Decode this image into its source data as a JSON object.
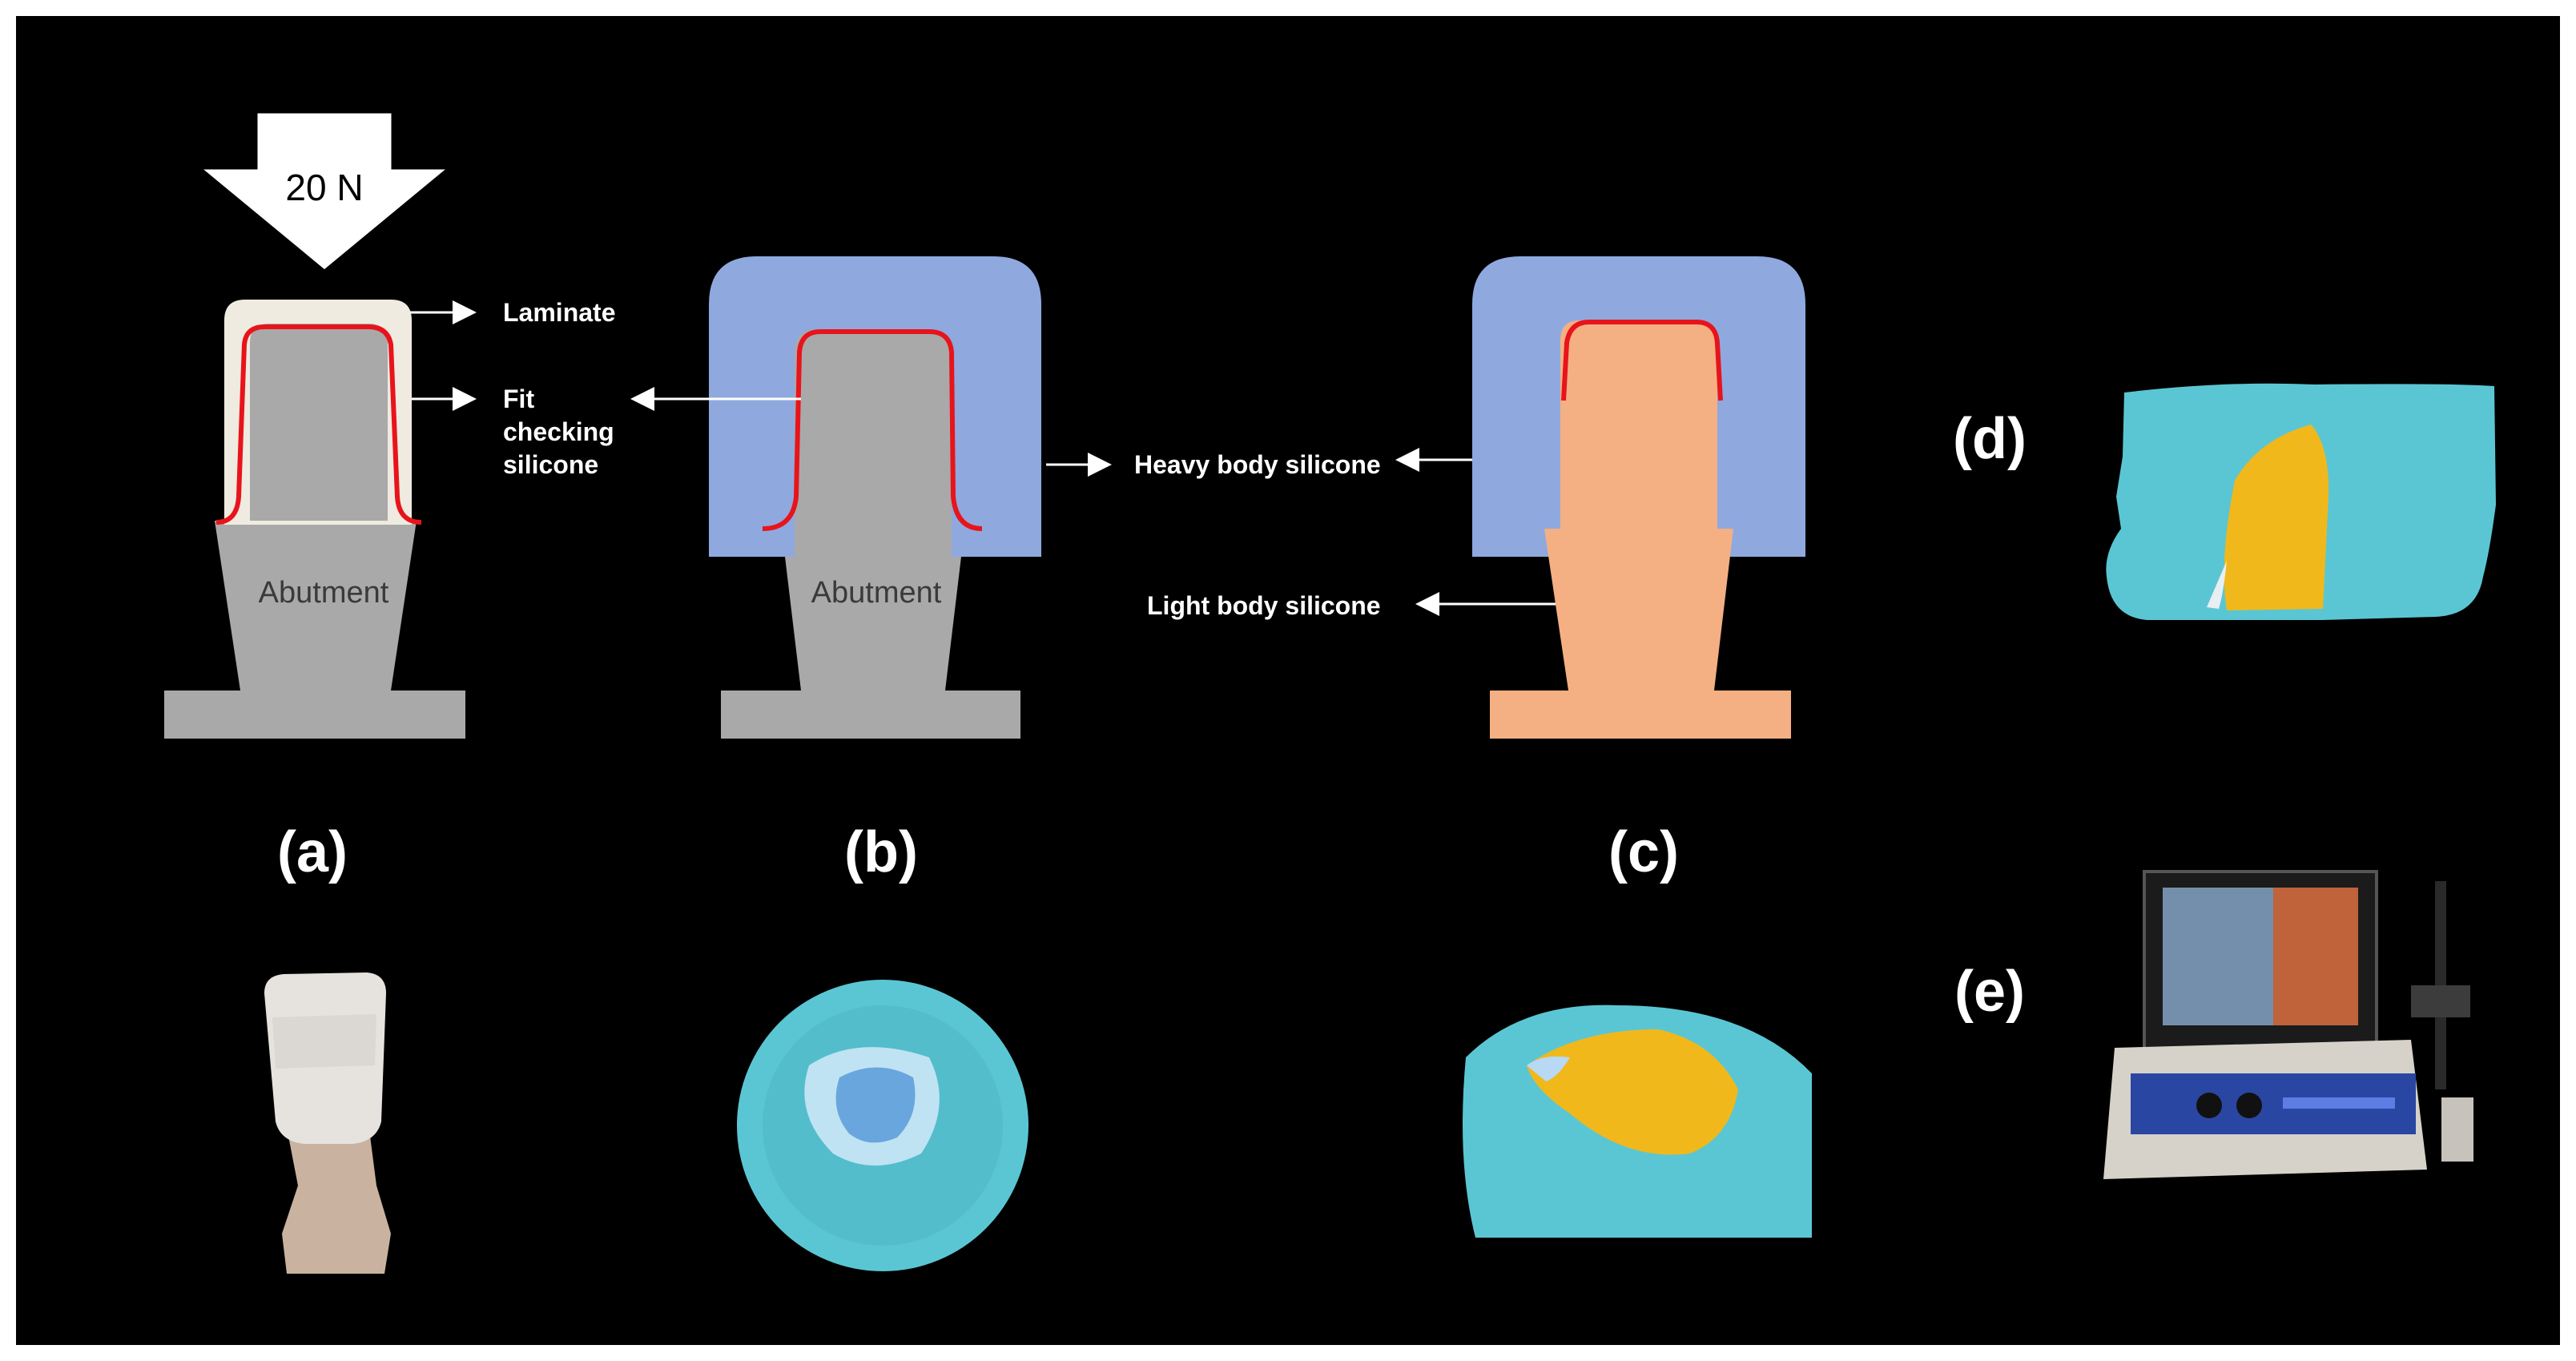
{
  "force_label": "20 N",
  "labels": {
    "laminate": "Laminate",
    "fit_line1": "Fit",
    "fit_line2": "checking",
    "fit_line3": "silicone",
    "heavy_body": "Heavy body silicone",
    "light_body": "Light body silicone",
    "abutment_a": "Abutment",
    "abutment_b": "Abutment"
  },
  "panels": {
    "a": "(a)",
    "b": "(b)",
    "c": "(c)",
    "d": "(d)",
    "e": "(e)"
  },
  "colors": {
    "background": "#000000",
    "abutment": "#a9a9a9",
    "laminate": "#efebe0",
    "fit_line": "#e8141b",
    "heavy_body": "#8fa9df",
    "light_body": "#f4b083",
    "silicone_photo": "#5bc6d3",
    "fit_silicone_photo": "#f1b81b"
  },
  "icons": {
    "force_arrow": "down-arrow-icon",
    "pointer": "right-arrow-icon"
  }
}
